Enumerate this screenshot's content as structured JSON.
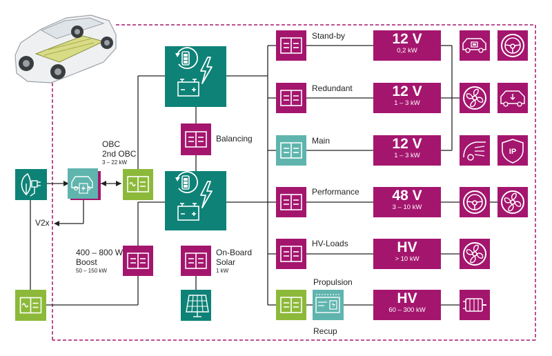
{
  "colors": {
    "magenta": "#A4166E",
    "teal": "#0E8277",
    "teal_light": "#5FB5AE",
    "green": "#8DB93A",
    "frame": "#A4166E",
    "line": "#222222"
  },
  "labels": {
    "obc": "OBC",
    "obc2": "2nd OBC",
    "obc_power": "3 – 22 kW",
    "balancing": "Balancing",
    "v2x": "V2x",
    "boost_title": "400 – 800 W",
    "boost_name": "Boost",
    "boost_power": "50 – 150 kW",
    "solar_title": "On-Board",
    "solar_name": "Solar",
    "solar_power": "1 kW",
    "propulsion": "Propulsion",
    "recup": "Recup"
  },
  "branches": [
    {
      "name": "Stand-by",
      "voltage": "12 V",
      "power": "0,2 kW",
      "loads": [
        "car-lock-icon",
        "steering-wheel-icon"
      ]
    },
    {
      "name": "Redundant",
      "voltage": "12 V",
      "power": "1 – 3 kW",
      "loads": [
        "fan-icon",
        "car-brake-icon"
      ]
    },
    {
      "name": "Main",
      "voltage": "12 V",
      "power": "1 – 3 kW",
      "loads": [
        "car-headlight-icon",
        "ip-shield-icon"
      ]
    },
    {
      "name": "Performance",
      "voltage": "48 V",
      "power": "3 – 10 kW",
      "loads": [
        "steering-wheel-icon",
        "fan-icon"
      ]
    },
    {
      "name": "HV-Loads",
      "voltage": "HV",
      "power": "> 10 kW",
      "loads": [
        "fan-icon"
      ]
    },
    {
      "name": "Propulsion",
      "voltage": "HV",
      "power": "60 – 300 kW",
      "loads": [
        "electric-motor-icon"
      ]
    }
  ],
  "ip_text": "IP"
}
